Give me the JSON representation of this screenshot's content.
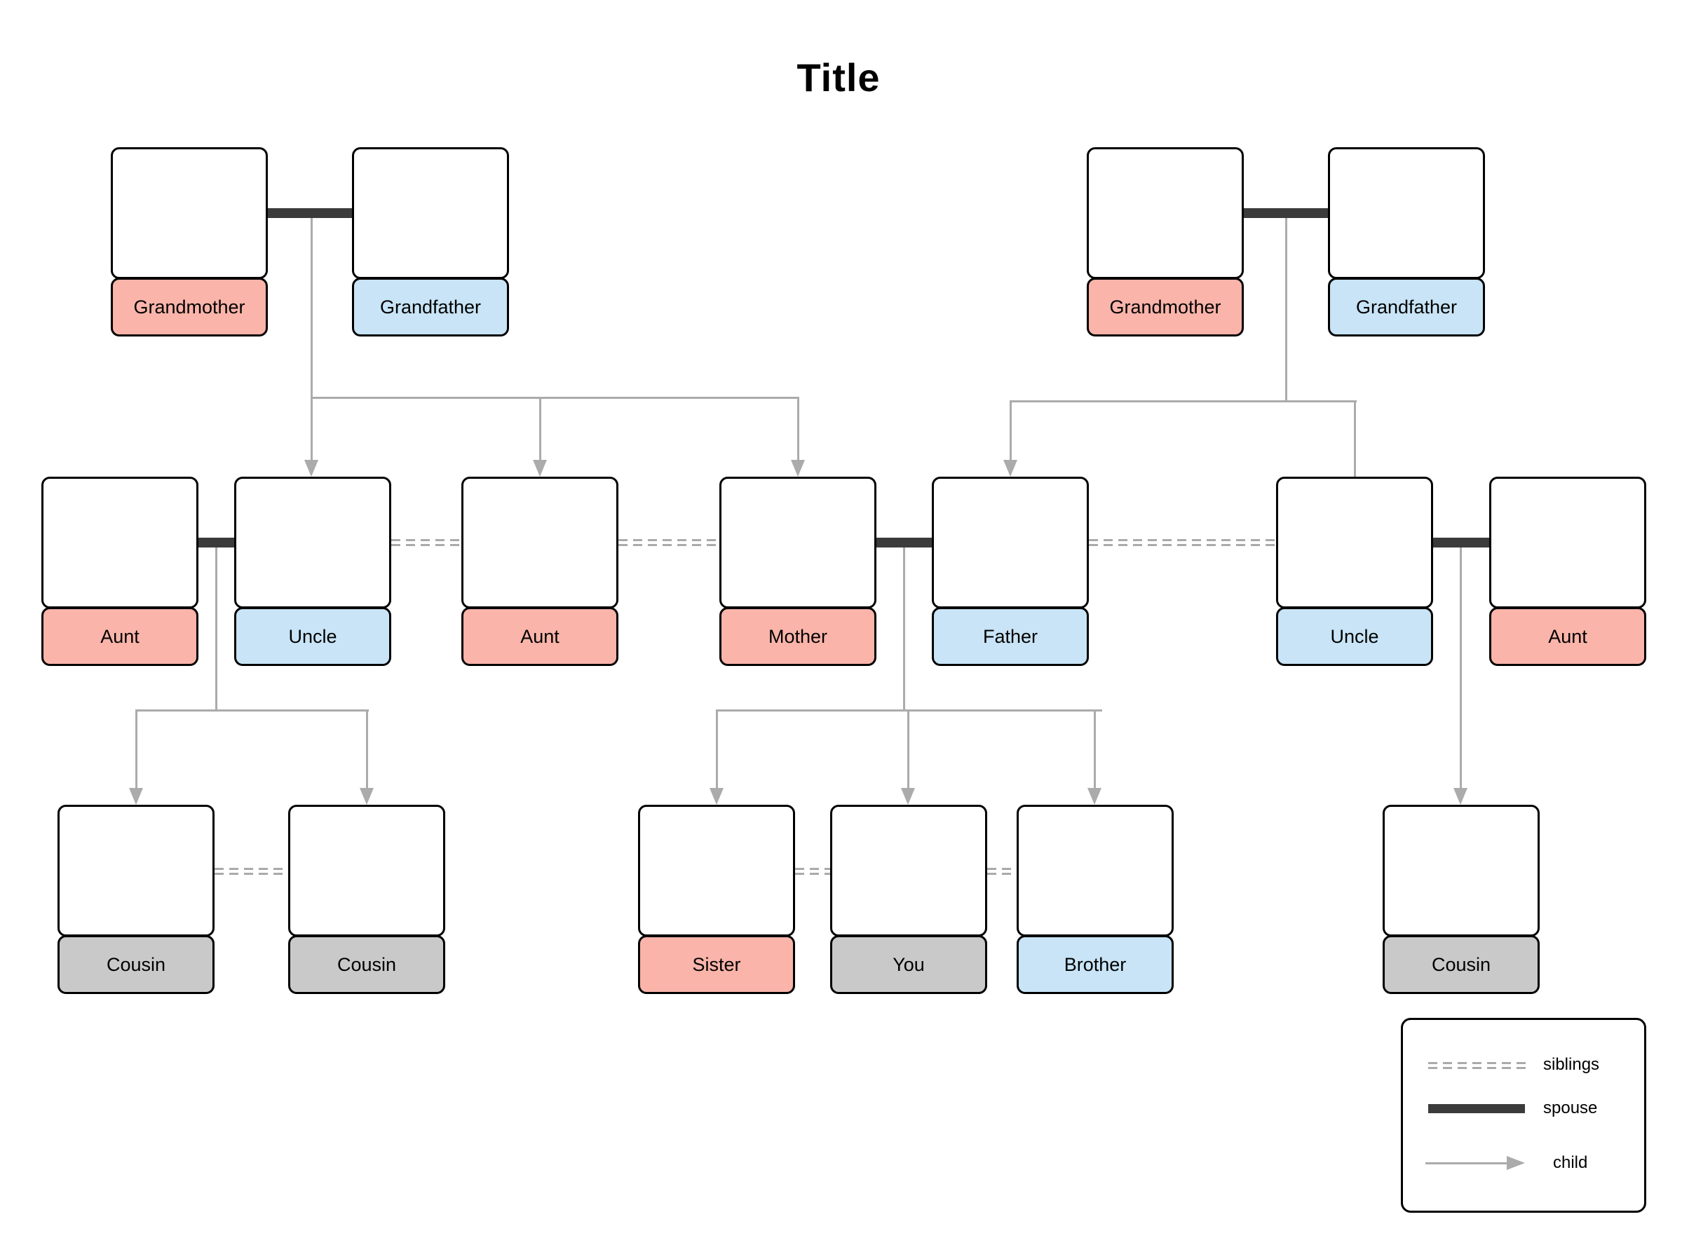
{
  "title": "Title",
  "people": {
    "grandmother_left": {
      "label": "Grandmother",
      "color_key": "female"
    },
    "grandfather_left": {
      "label": "Grandfather",
      "color_key": "male"
    },
    "grandmother_right": {
      "label": "Grandmother",
      "color_key": "female"
    },
    "grandfather_right": {
      "label": "Grandfather",
      "color_key": "male"
    },
    "aunt_1": {
      "label": "Aunt",
      "color_key": "female"
    },
    "uncle_1": {
      "label": "Uncle",
      "color_key": "male"
    },
    "aunt_2": {
      "label": "Aunt",
      "color_key": "female"
    },
    "mother": {
      "label": "Mother",
      "color_key": "female"
    },
    "father": {
      "label": "Father",
      "color_key": "male"
    },
    "uncle_2": {
      "label": "Uncle",
      "color_key": "male"
    },
    "aunt_3": {
      "label": "Aunt",
      "color_key": "female"
    },
    "cousin_1": {
      "label": "Cousin",
      "color_key": "neutral"
    },
    "cousin_2": {
      "label": "Cousin",
      "color_key": "neutral"
    },
    "sister": {
      "label": "Sister",
      "color_key": "female"
    },
    "you": {
      "label": "You",
      "color_key": "neutral"
    },
    "brother": {
      "label": "Brother",
      "color_key": "male"
    },
    "cousin_3": {
      "label": "Cousin",
      "color_key": "neutral"
    }
  },
  "legend": {
    "items": [
      {
        "label": "siblings",
        "line_style": "double-dashed-gray"
      },
      {
        "label": "spouse",
        "line_style": "thick-dark-bar"
      },
      {
        "label": "child",
        "line_style": "gray-arrow"
      }
    ]
  },
  "colors": {
    "female": "#fab4aa",
    "male": "#c8e4f6",
    "neutral": "#c9c9c9",
    "photo_fill": "#ffffff",
    "box_border": "#000000",
    "spouse_line": "#3b3b3b",
    "child_line": "#ababab",
    "sibling_line": "#aaaaaa",
    "title_color": "#000000"
  },
  "relationships": {
    "spouses": [
      [
        "grandmother_left",
        "grandfather_left"
      ],
      [
        "grandmother_right",
        "grandfather_right"
      ],
      [
        "aunt_1",
        "uncle_1"
      ],
      [
        "mother",
        "father"
      ],
      [
        "uncle_2",
        "aunt_3"
      ]
    ],
    "siblings": [
      [
        "uncle_1",
        "aunt_2"
      ],
      [
        "aunt_2",
        "mother"
      ],
      [
        "father",
        "uncle_2"
      ],
      [
        "cousin_1",
        "cousin_2"
      ],
      [
        "sister",
        "you"
      ],
      [
        "you",
        "brother"
      ]
    ],
    "children": [
      {
        "parents": [
          "grandmother_left",
          "grandfather_left"
        ],
        "children": [
          "uncle_1",
          "aunt_2",
          "mother"
        ]
      },
      {
        "parents": [
          "grandmother_right",
          "grandfather_right"
        ],
        "children": [
          "father",
          "uncle_2"
        ]
      },
      {
        "parents": [
          "aunt_1",
          "uncle_1"
        ],
        "children": [
          "cousin_1",
          "cousin_2"
        ]
      },
      {
        "parents": [
          "mother",
          "father"
        ],
        "children": [
          "sister",
          "you",
          "brother"
        ]
      },
      {
        "parents": [
          "uncle_2",
          "aunt_3"
        ],
        "children": [
          "cousin_3"
        ]
      }
    ]
  }
}
